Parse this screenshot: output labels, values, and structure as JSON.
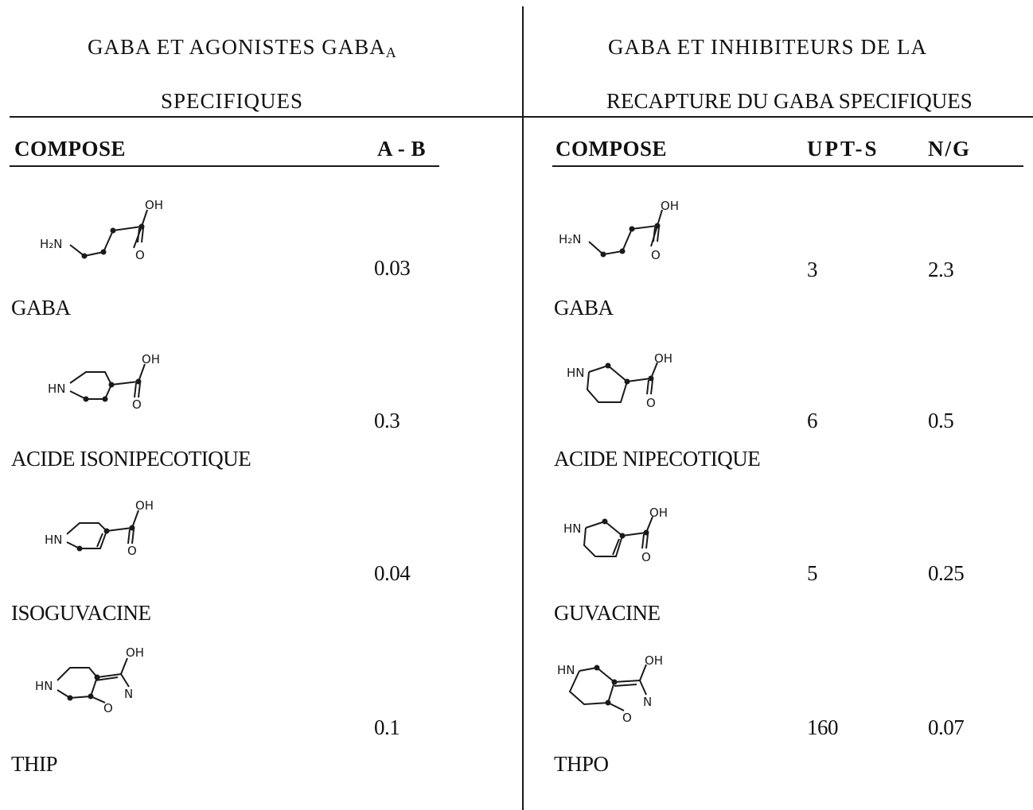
{
  "left_panel": {
    "title_line1": "GABA  ET  AGONISTES  GABA",
    "title_subscript": "A",
    "title_line2": "SPECIFIQUES",
    "col_compose": "COMPOSE",
    "col_value": "A - B",
    "rows": [
      {
        "name": "GABA",
        "value": "0.03"
      },
      {
        "name": "ACIDE ISONIPECOTIQUE",
        "value": "0.3"
      },
      {
        "name": "ISOGUVACINE",
        "value": "0.04"
      },
      {
        "name": "THIP",
        "value": "0.1"
      }
    ]
  },
  "right_panel": {
    "title_line1": "GABA  ET  INHIBITEURS  DE  LA",
    "title_line2": "RECAPTURE  DU  GABA  SPECIFIQUES",
    "col_compose": "COMPOSE",
    "col_upt": "UPT-S",
    "col_ng": "N/G",
    "rows": [
      {
        "name": "GABA",
        "upt": "3",
        "ng": "2.3"
      },
      {
        "name": "ACIDE NIPECOTIQUE",
        "upt": "6",
        "ng": "0.5"
      },
      {
        "name": "GUVACINE",
        "upt": "5",
        "ng": "0.25"
      },
      {
        "name": "THPO",
        "upt": "160",
        "ng": "0.07"
      }
    ]
  },
  "atom_labels": {
    "h2n": "H2N",
    "hn": "HN",
    "oh": "OH",
    "o": "O",
    "n": "N"
  }
}
